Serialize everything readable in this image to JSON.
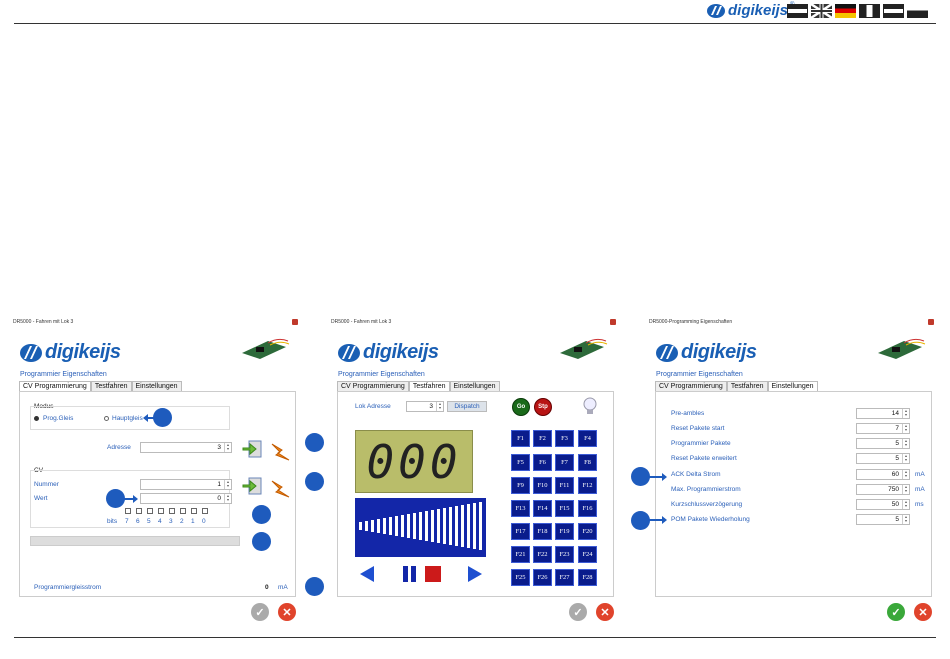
{
  "header": {
    "brand": "digikeijs",
    "brand_suffix": "®",
    "flags": [
      "nl-flag-icon",
      "uk-flag-icon",
      "de-flag-icon",
      "fr-flag-icon",
      "nl-flag-icon-2",
      "de-flag-icon-2"
    ]
  },
  "colors": {
    "accent": "#1e5bbd",
    "fkey": "#0a1c8c",
    "lcd": "#b9bd6a"
  },
  "panel1": {
    "title": "DR5000 - Fahren mit Lok 3",
    "logo": "digikeijs",
    "section": "Programmier Eigenschaften",
    "tabs": [
      "CV Programmierung",
      "Testfahren",
      "Einstellungen"
    ],
    "modus_label": "Modus",
    "modus_opt1": "Prog.Gleis",
    "modus_opt2": "Hauptgleis",
    "adresse_label": "Adresse",
    "adresse_value": "3",
    "cv_label": "CV",
    "nummer_label": "Nummer",
    "nummer_value": "1",
    "wert_label": "Wert",
    "wert_value": "0",
    "bits_label": "bits",
    "bits": [
      "7",
      "6",
      "5",
      "4",
      "3",
      "2",
      "1",
      "0"
    ],
    "strom_label": "Programmiergleisstrom",
    "strom_value": "0",
    "strom_unit": "mA"
  },
  "panel2": {
    "title": "DR5000 - Fahren mit Lok 3",
    "logo": "digikeijs",
    "section": "Programmier Eigenschaften",
    "tabs": [
      "CV Programmierung",
      "Testfahren",
      "Einstellungen"
    ],
    "lok_label": "Lok Adresse",
    "lok_value": "3",
    "dispatch": "Dispatch",
    "go": "Go",
    "stop": "Stp",
    "speed_display": "000",
    "fkeys": [
      "F1",
      "F2",
      "F3",
      "F4",
      "F5",
      "F6",
      "F7",
      "F8",
      "F9",
      "F10",
      "F11",
      "F12",
      "F13",
      "F14",
      "F15",
      "F16",
      "F17",
      "F18",
      "F19",
      "F20",
      "F21",
      "F22",
      "F23",
      "F24",
      "F25",
      "F26",
      "F27",
      "F28"
    ]
  },
  "panel3": {
    "title": "DR5000-Programming Eigenschaften",
    "logo": "digikeijs",
    "section": "Programmier Eigenschaften",
    "tabs": [
      "CV Programmierung",
      "Testfahren",
      "Einstellungen"
    ],
    "rows": [
      {
        "label": "Pre-ambles",
        "value": "14",
        "unit": ""
      },
      {
        "label": "Reset Pakete start",
        "value": "7",
        "unit": ""
      },
      {
        "label": "Programmier Pakete",
        "value": "5",
        "unit": ""
      },
      {
        "label": "Reset Pakete erweitert",
        "value": "5",
        "unit": ""
      },
      {
        "label": "ACK Delta Strom",
        "value": "60",
        "unit": "mA"
      },
      {
        "label": "Max. Programmierstrom",
        "value": "750",
        "unit": "mA"
      },
      {
        "label": "Kurzschlussverzögerung",
        "value": "50",
        "unit": "ms"
      },
      {
        "label": "POM Pakete Wiederholung",
        "value": "5",
        "unit": ""
      }
    ]
  }
}
